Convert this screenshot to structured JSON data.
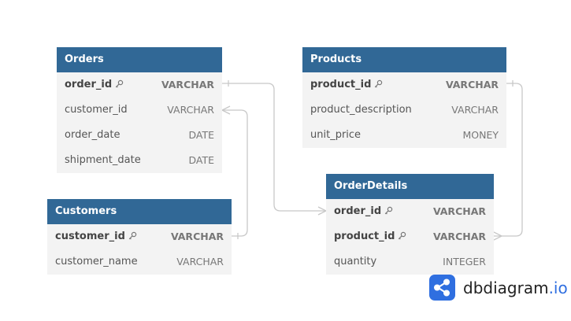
{
  "tables": {
    "orders": {
      "name": "Orders",
      "fields": [
        {
          "name": "order_id",
          "type": "VARCHAR",
          "pk": true
        },
        {
          "name": "customer_id",
          "type": "VARCHAR",
          "pk": false
        },
        {
          "name": "order_date",
          "type": "DATE",
          "pk": false
        },
        {
          "name": "shipment_date",
          "type": "DATE",
          "pk": false
        }
      ]
    },
    "products": {
      "name": "Products",
      "fields": [
        {
          "name": "product_id",
          "type": "VARCHAR",
          "pk": true
        },
        {
          "name": "product_description",
          "type": "VARCHAR",
          "pk": false
        },
        {
          "name": "unit_price",
          "type": "MONEY",
          "pk": false
        }
      ]
    },
    "customers": {
      "name": "Customers",
      "fields": [
        {
          "name": "customer_id",
          "type": "VARCHAR",
          "pk": true
        },
        {
          "name": "customer_name",
          "type": "VARCHAR",
          "pk": false
        }
      ]
    },
    "orderdetails": {
      "name": "OrderDetails",
      "fields": [
        {
          "name": "order_id",
          "type": "VARCHAR",
          "pk": true
        },
        {
          "name": "product_id",
          "type": "VARCHAR",
          "pk": true
        },
        {
          "name": "quantity",
          "type": "INTEGER",
          "pk": false
        }
      ]
    }
  },
  "brand": {
    "name": "dbdiagram",
    "tld": ".io"
  },
  "colors": {
    "header": "#316896",
    "body": "#f3f3f3",
    "connector": "#cccccc",
    "brand": "#2f6fe0"
  }
}
